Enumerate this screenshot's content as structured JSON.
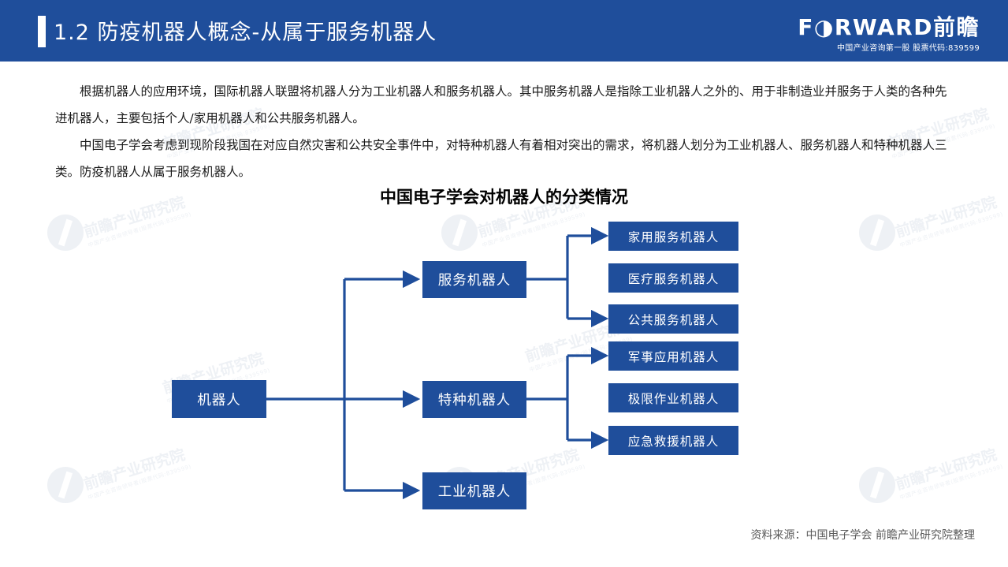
{
  "header": {
    "section_number": "1.2",
    "title": "1.2  防疫机器人概念-从属于服务机器人",
    "logo_main": "F◑RWARD前瞻",
    "logo_sub": "中国产业咨询第一股  股票代码:839599",
    "background_color": "#1F4E9B"
  },
  "body": {
    "paragraph_1": "根据机器人的应用环境，国际机器人联盟将机器人分为工业机器人和服务机器人。其中服务机器人是指除工业机器人之外的、用于非制造业并服务于人类的各种先进机器人，主要包括个人/家用机器人和公共服务机器人。",
    "paragraph_2": "中国电子学会考虑到现阶段我国在对应自然灾害和公共安全事件中，对特种机器人有着相对突出的需求，将机器人划分为工业机器人、服务机器人和特种机器人三类。防疫机器人从属于服务机器人。"
  },
  "chart_data": {
    "type": "diagram",
    "title": "中国电子学会对机器人的分类情况",
    "node_color": "#1F4E9B",
    "line_color": "#1F4E9B",
    "root": "机器人",
    "branches": [
      {
        "label": "服务机器人",
        "children": [
          "家用服务机器人",
          "医疗服务机器人",
          "公共服务机器人"
        ]
      },
      {
        "label": "特种机器人",
        "children": [
          "军事应用机器人",
          "极限作业机器人",
          "应急救援机器人"
        ]
      },
      {
        "label": "工业机器人",
        "children": []
      }
    ]
  },
  "footer": {
    "source": "资料来源：中国电子学会  前瞻产业研究院整理"
  },
  "watermark": {
    "text": "前瞻产业研究院",
    "subtext": "中国产业咨询领导者(股票代码:839599)"
  }
}
